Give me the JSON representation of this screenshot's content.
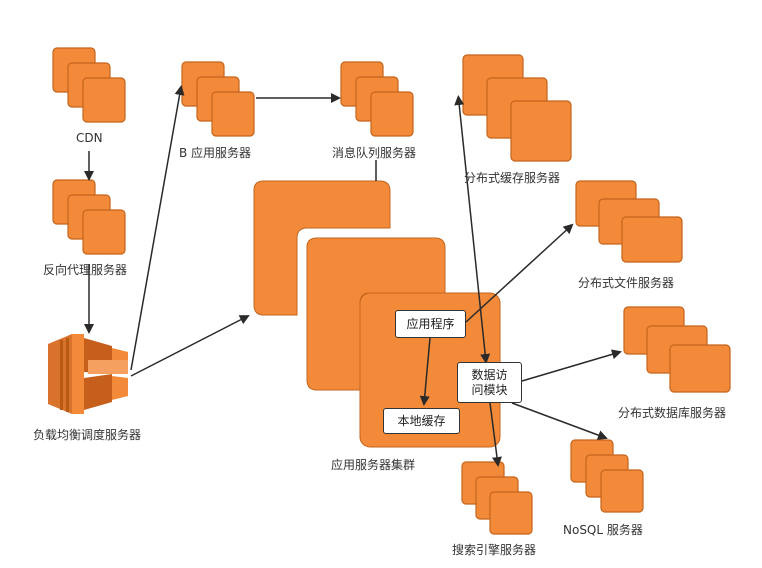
{
  "colors": {
    "node_fill": "#f28a3a",
    "node_stroke": "#b85a12",
    "node_dark": "#c4651c",
    "arrow": "#2a2a2a"
  },
  "nodes": {
    "cdn": {
      "label": "CDN",
      "icon": "server-stack-icon"
    },
    "reverse_proxy": {
      "label": "反向代理服务器",
      "icon": "server-stack-icon"
    },
    "load_balancer": {
      "label": "负载均衡调度服务器",
      "icon": "load-balancer-icon"
    },
    "b_app_server": {
      "label": "B 应用服务器",
      "icon": "server-stack-icon"
    },
    "mq_server": {
      "label": "消息队列服务器",
      "icon": "server-stack-icon"
    },
    "app_cluster": {
      "label": "应用服务器集群",
      "icon": "server-cluster-icon"
    },
    "dist_cache": {
      "label": "分布式缓存服务器",
      "icon": "server-stack-icon"
    },
    "dist_file": {
      "label": "分布式文件服务器",
      "icon": "server-stack-icon"
    },
    "dist_db": {
      "label": "分布式数据库服务器",
      "icon": "server-stack-icon"
    },
    "nosql": {
      "label": "NoSQL 服务器",
      "icon": "server-stack-icon"
    },
    "search_engine": {
      "label": "搜索引擎服务器",
      "icon": "server-stack-icon"
    }
  },
  "inner_boxes": {
    "app_program": "应用程序",
    "data_access_line1": "数据访",
    "data_access_line2": "问模块",
    "local_cache": "本地缓存"
  }
}
